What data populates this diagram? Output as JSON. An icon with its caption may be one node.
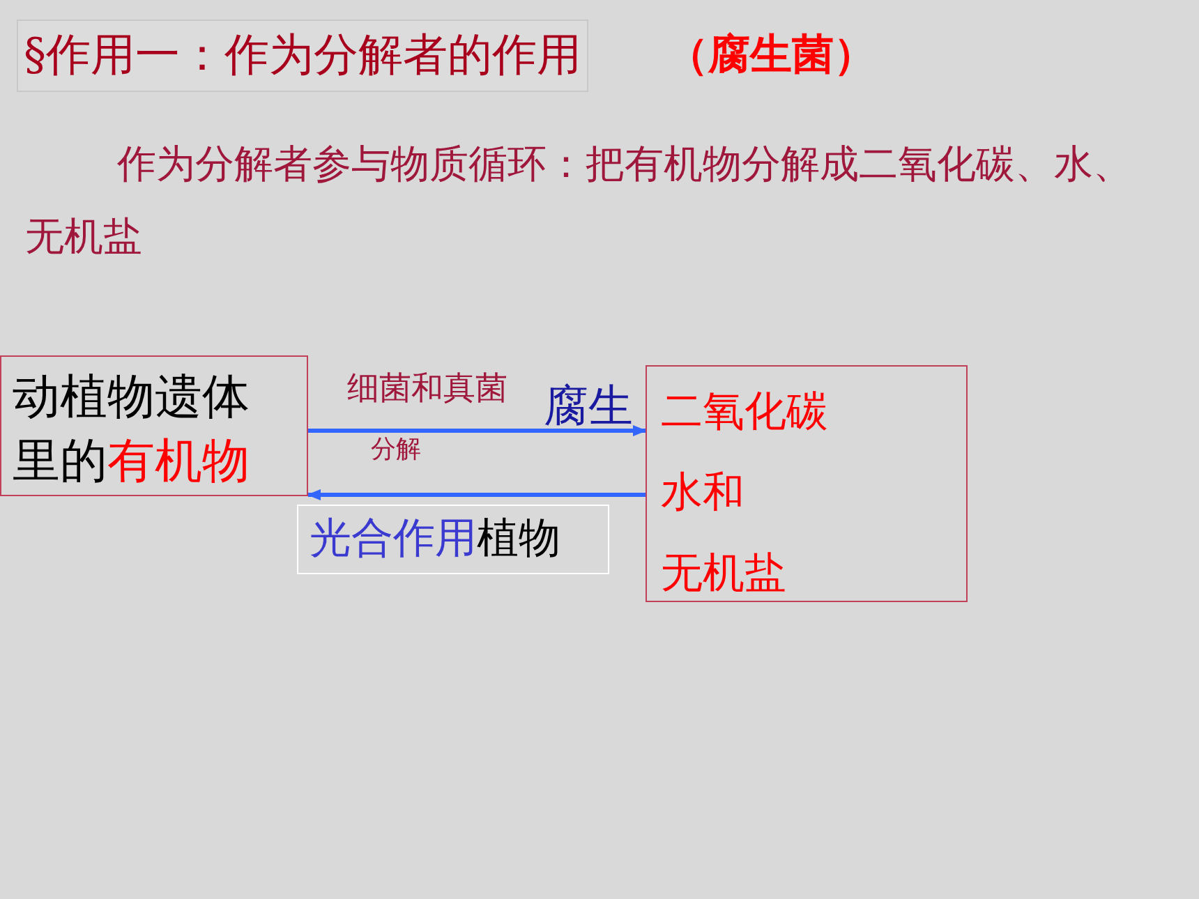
{
  "diagram": {
    "title": "§作用一：作为分解者的作用",
    "nodes": [
      {
        "text": [
          "动植物遗体里的",
          "有机物"
        ]
      },
      {
        "text": [
          "二氧化碳",
          "水和",
          "无机盐"
        ]
      },
      {
        "text": [
          "光合作用",
          "植物"
        ]
      }
    ],
    "edges": [
      {
        "from": 0,
        "to": 1,
        "arrow": "to",
        "label": "分解"
      },
      {
        "from": 1,
        "to": 0,
        "arrow": "to"
      }
    ],
    "labels": [
      "（腐生菌）",
      "作为分解者参与物质循环：把有机物分解成二氧化碳、水、无机盐",
      "细菌和真菌",
      "腐生"
    ]
  }
}
